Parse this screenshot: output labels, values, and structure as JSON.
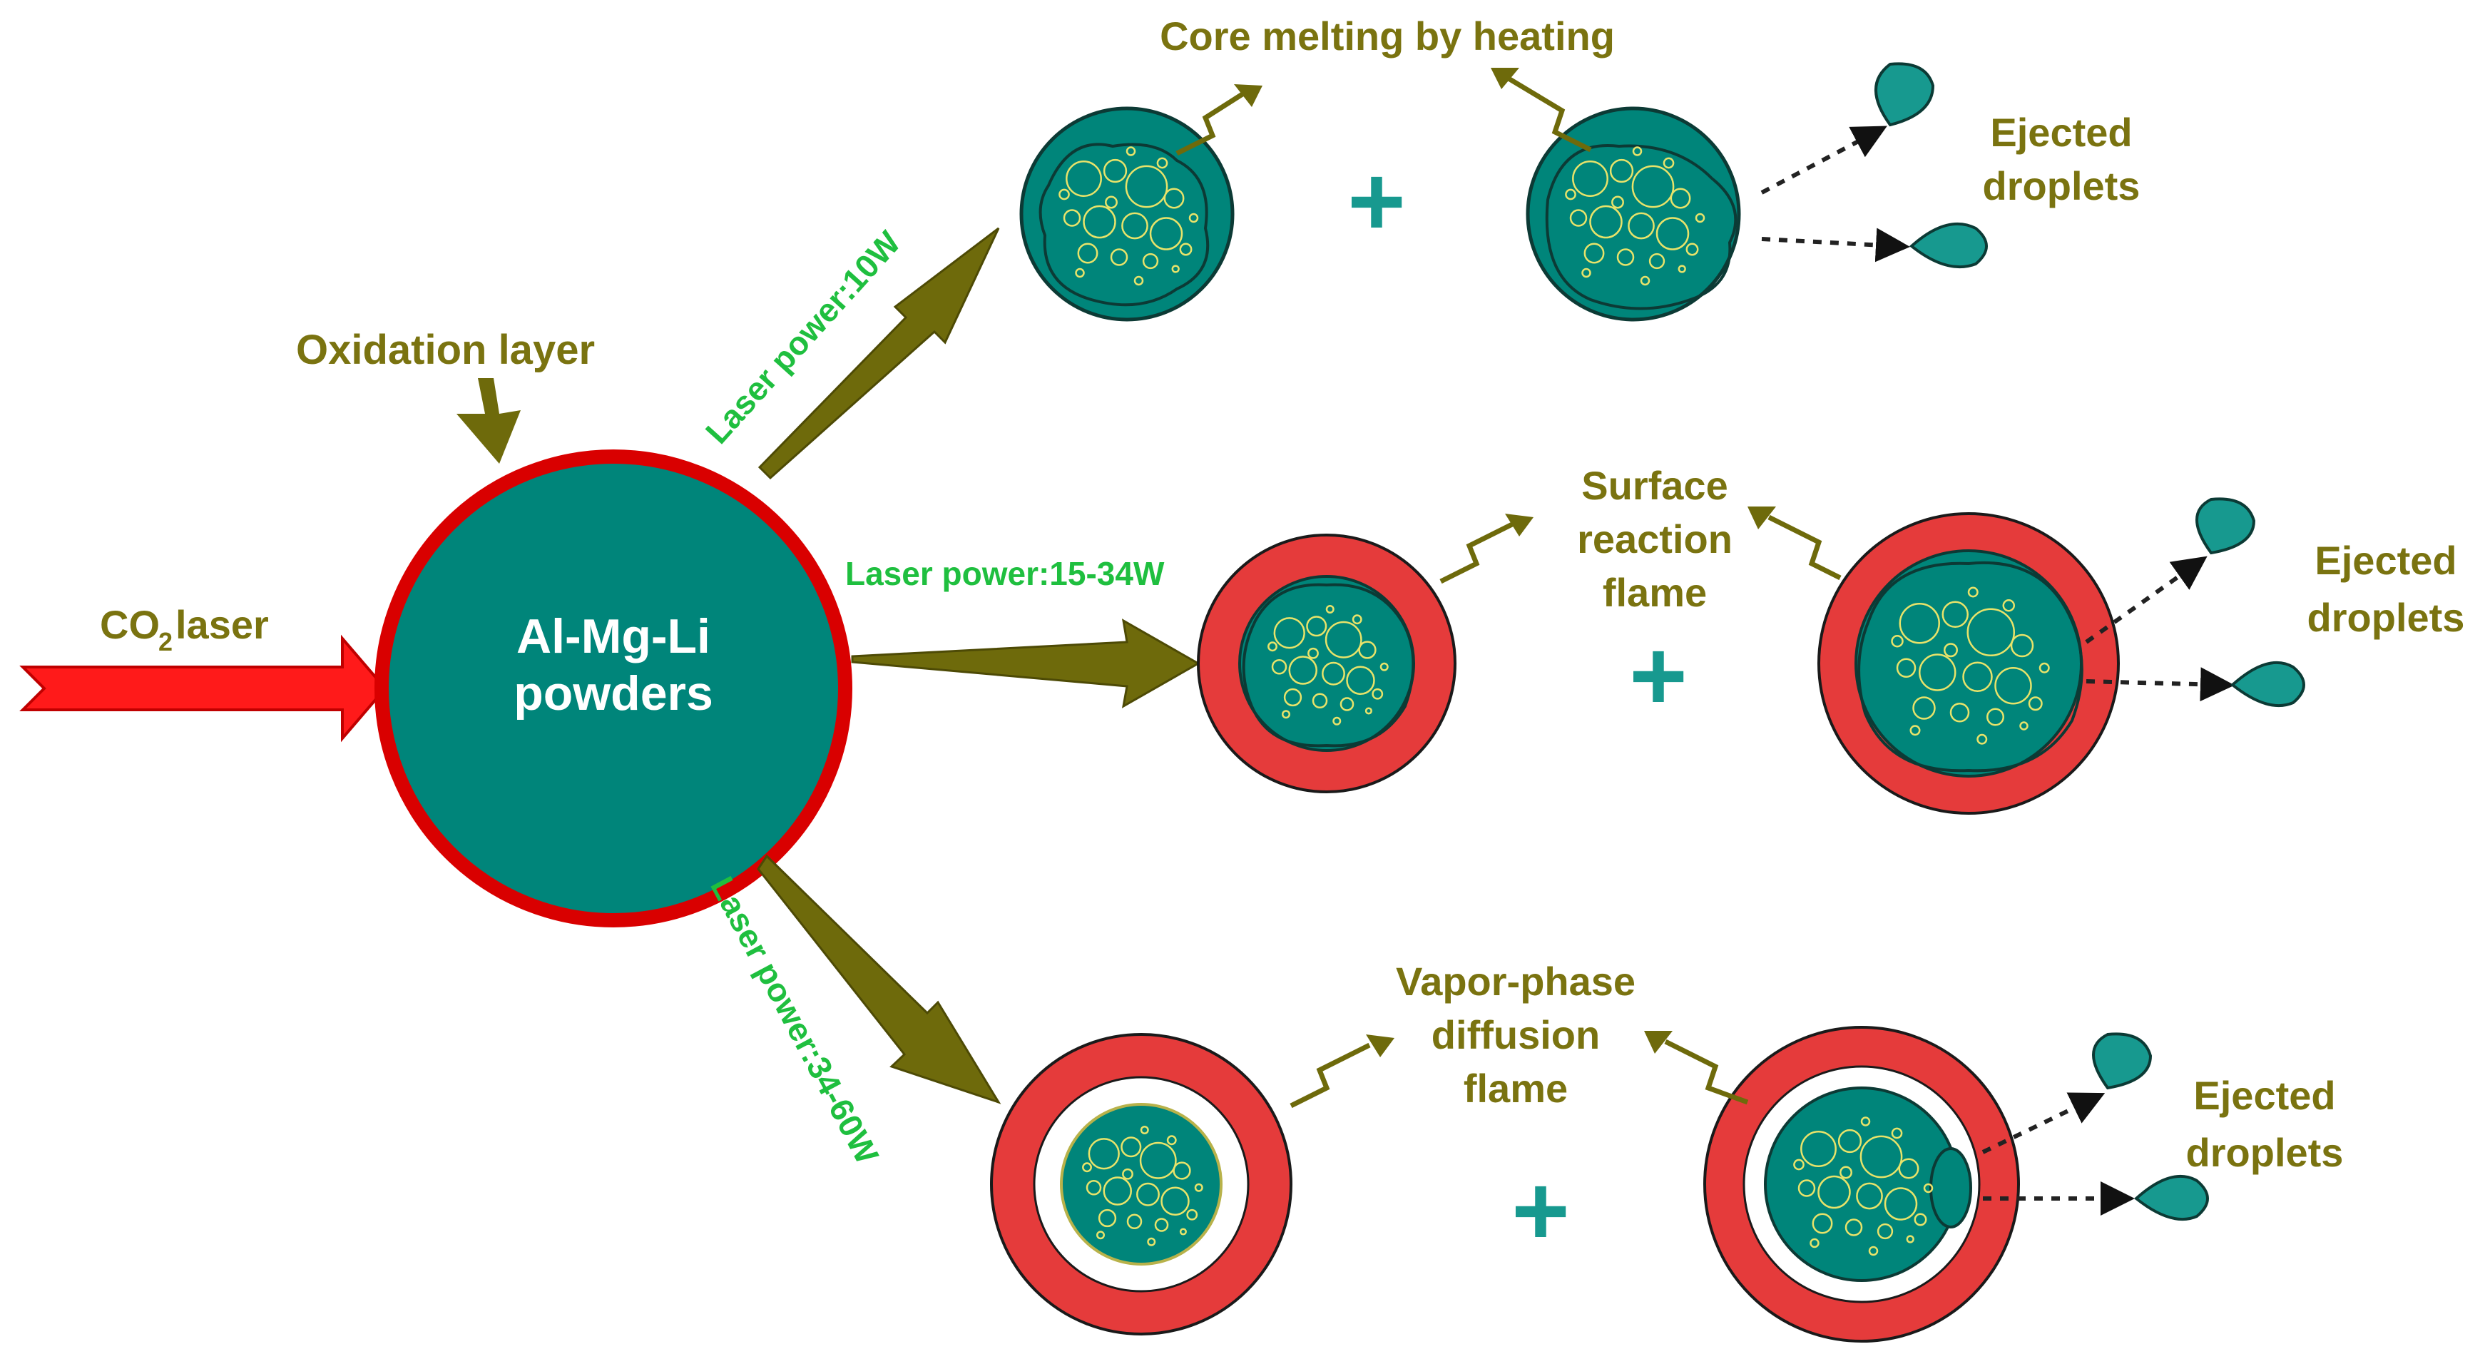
{
  "center": {
    "line1": "Al-Mg-Li",
    "line2": "powders"
  },
  "labels": {
    "co2_main": "CO",
    "co2_sub": "2",
    "co2_rest": " laser",
    "oxidation_layer": "Oxidation layer",
    "power_10": "Laser power:10W",
    "power_15_34": "Laser power:15-34W",
    "power_34_60": "Laser power:34-60W",
    "core_melting": "Core melting by heating",
    "surface_1": "Surface",
    "surface_2": "reaction",
    "surface_3": "flame",
    "vapor_1": "Vapor-phase",
    "vapor_2": "diffusion",
    "vapor_3": "flame",
    "ejected_top_1": "Ejected",
    "ejected_top_2": "droplets",
    "ejected_mid_1": "Ejected",
    "ejected_mid_2": "droplets",
    "ejected_bot_1": "Ejected",
    "ejected_bot_2": "droplets"
  },
  "plus_signs": [
    "+",
    "+",
    "+"
  ],
  "colors": {
    "particle_teal": "#00857a",
    "oxide_red": "#e53b3b",
    "outline_red": "#d90000",
    "arrow_olive": "#6e6a0b",
    "label_olive": "#7a7310",
    "power_green": "#1fbf3f",
    "laser_red": "#ff1a1a",
    "plus_teal": "#17998f",
    "bubble_yellow": "#e8e36a"
  }
}
